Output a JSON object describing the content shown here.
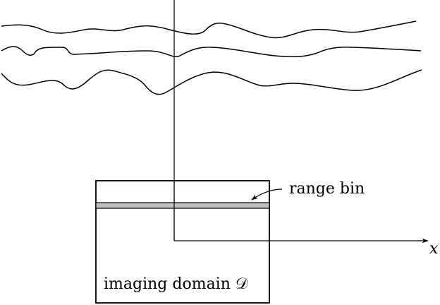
{
  "labels": {
    "range_bin": "range bin",
    "imaging_domain": "imaging domain 𝒟",
    "x_axis": "x"
  },
  "colors": {
    "stroke": "#000000",
    "range_bin_fill": "#bfbfbf",
    "background": "#ffffff"
  }
}
